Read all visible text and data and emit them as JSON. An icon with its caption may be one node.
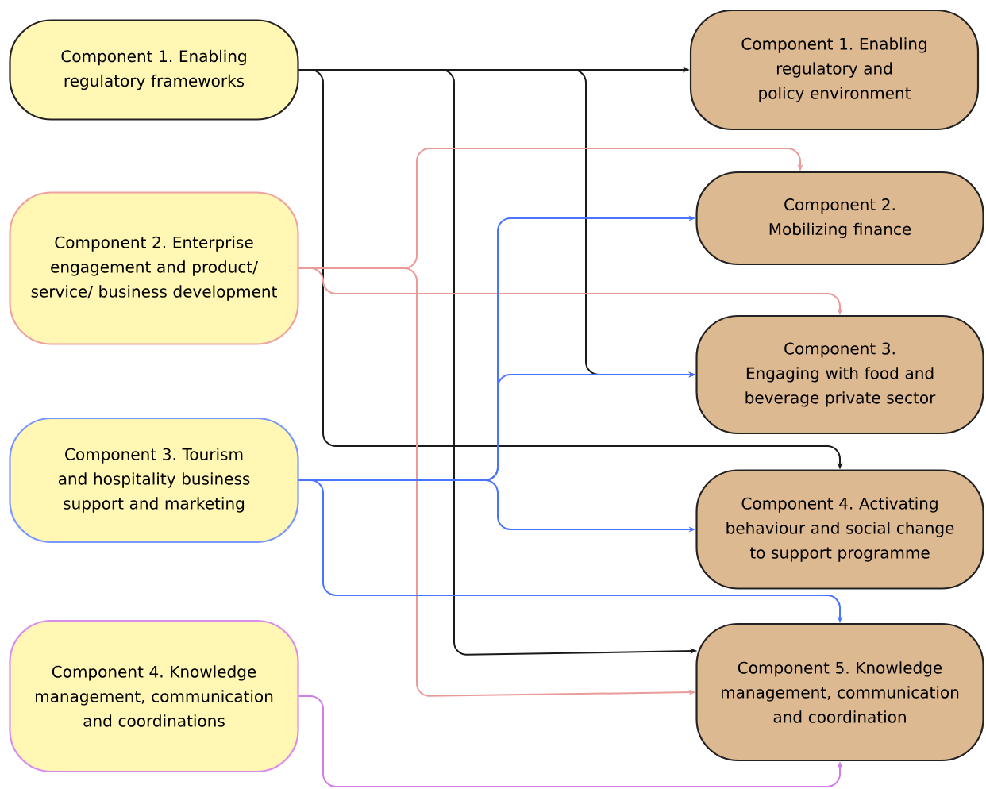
{
  "diagram": {
    "nodes": [
      {
        "text": [
          "Component 1. Enabling regulatory frameworks"
        ]
      },
      {
        "text": [
          "Component 2. Enterprise engagement and product/ service/ business development"
        ]
      },
      {
        "text": [
          "Component 3. Tourism and hospitality business support and marketing"
        ]
      },
      {
        "text": [
          "Component 4. Knowledge management, communication and coordinations"
        ]
      },
      {
        "text": [
          "Component 1. Enabling regulatory and policy environment"
        ]
      },
      {
        "text": [
          "Component 2. Mobilizing finance"
        ]
      },
      {
        "text": [
          "Component 3. Engaging with food and beverage private sector"
        ]
      },
      {
        "text": [
          "Component 4. Activating behaviour and social change to support programme"
        ]
      },
      {
        "text": [
          "Component 5. Knowledge management, communication and coordination"
        ]
      }
    ],
    "edges": [
      {
        "from": 0,
        "to": 4,
        "arrow": "to"
      },
      {
        "from": 0,
        "to": 6,
        "arrow": "to"
      },
      {
        "from": 0,
        "to": 7,
        "arrow": "to"
      },
      {
        "from": 0,
        "to": 8,
        "arrow": "to"
      },
      {
        "from": 1,
        "to": 5,
        "arrow": "to",
        "color": "#eb9a9a"
      },
      {
        "from": 1,
        "to": 6,
        "arrow": "to",
        "color": "#eb9a9a"
      },
      {
        "from": 1,
        "to": 8,
        "arrow": "to",
        "color": "#eb9a9a"
      },
      {
        "from": 2,
        "to": 5,
        "arrow": "to",
        "color": "#4a74ff"
      },
      {
        "from": 2,
        "to": 6,
        "arrow": "to",
        "color": "#4a74ff"
      },
      {
        "from": 2,
        "to": 7,
        "arrow": "to",
        "color": "#4a74ff"
      },
      {
        "from": 2,
        "to": 8,
        "arrow": "to",
        "color": "#4a74ff"
      },
      {
        "from": 3,
        "to": 8,
        "arrow": "to",
        "color": "#d27ee8"
      }
    ]
  }
}
